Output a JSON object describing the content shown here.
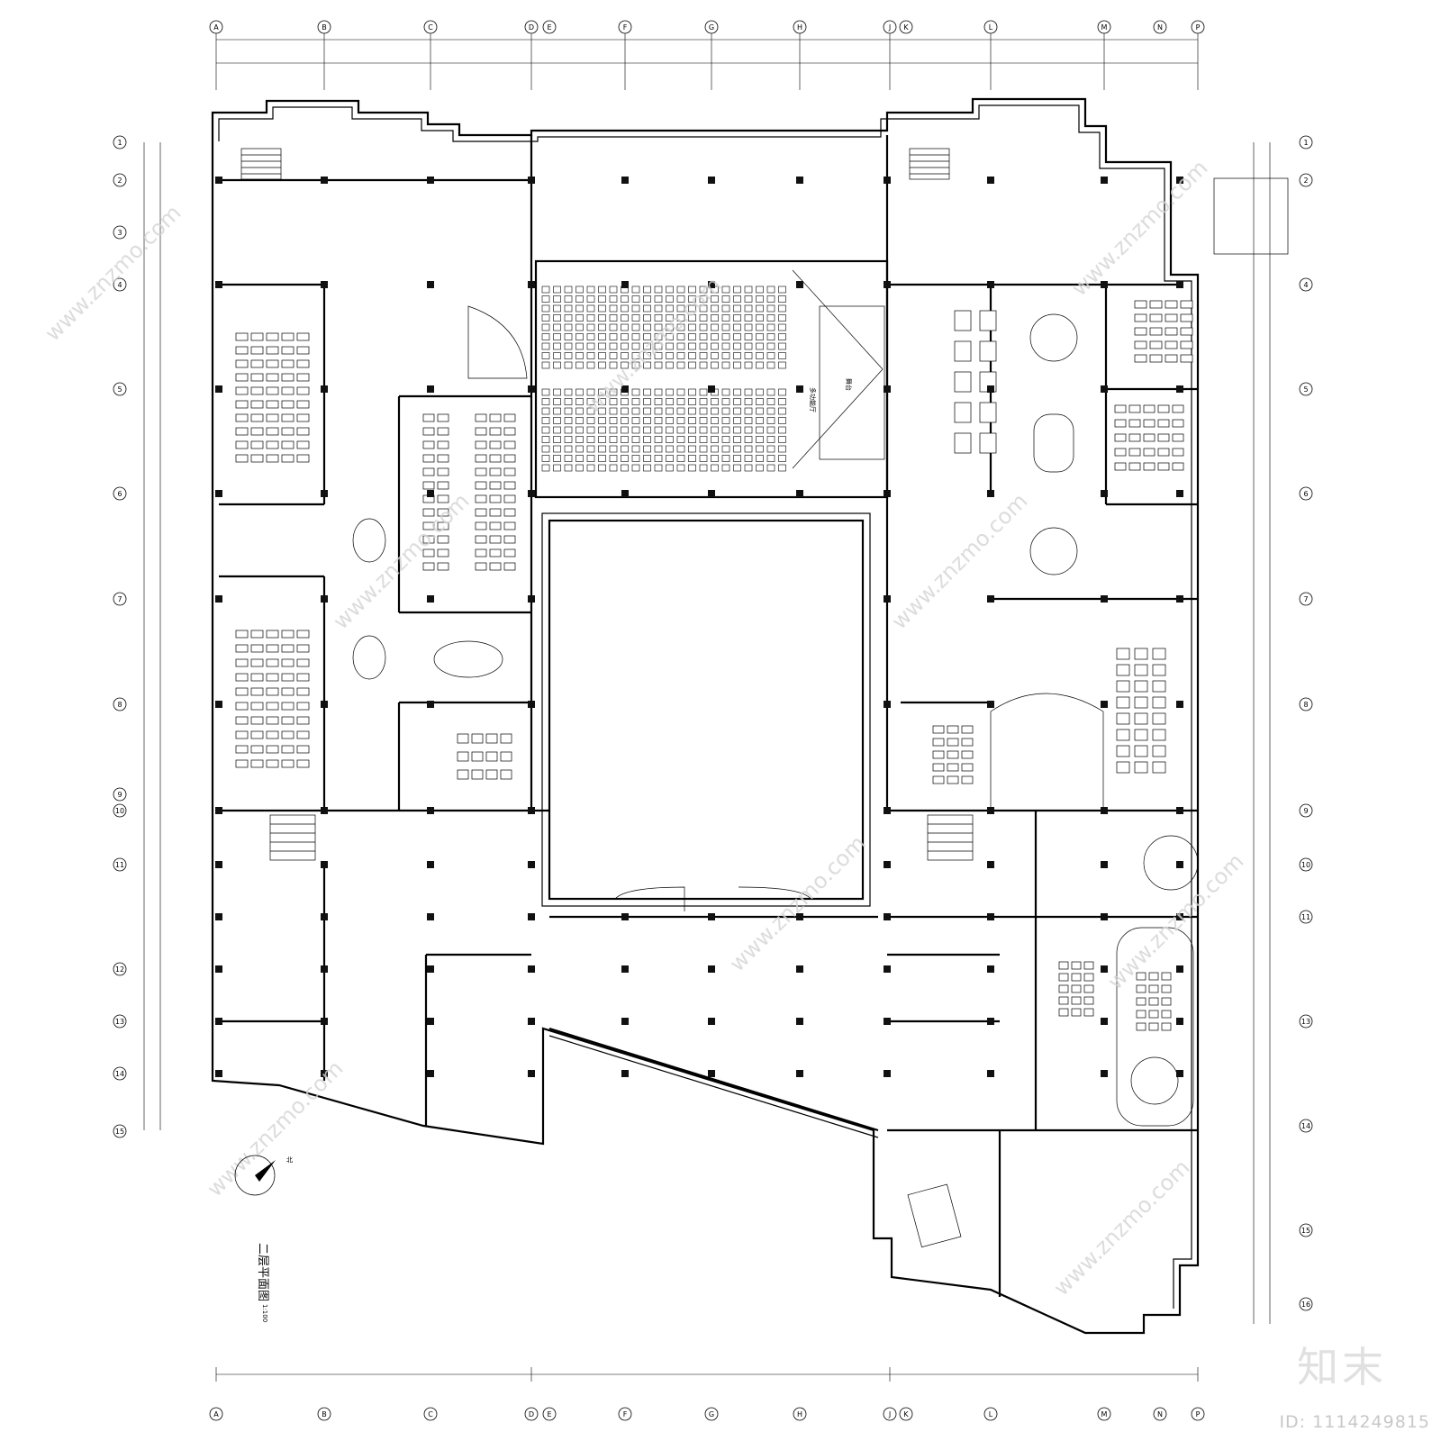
{
  "grid_columns": [
    "A",
    "B",
    "C",
    "D",
    "E",
    "F",
    "G",
    "H",
    "J",
    "K",
    "L",
    "M",
    "N",
    "P"
  ],
  "grid_rows": [
    "1",
    "2",
    "3",
    "4",
    "5",
    "6",
    "7",
    "8",
    "9",
    "10",
    "11",
    "12",
    "13",
    "14",
    "15",
    "16"
  ],
  "drawing": {
    "north_label": "北",
    "title_left": "二层平面图",
    "title_right": "1:100"
  },
  "rooms": {
    "auditorium": "多功能厅",
    "stage": "舞台"
  },
  "watermark": {
    "site": "www.znzmo.com",
    "brand": "知末",
    "id_text": "ID: 1114249815"
  }
}
